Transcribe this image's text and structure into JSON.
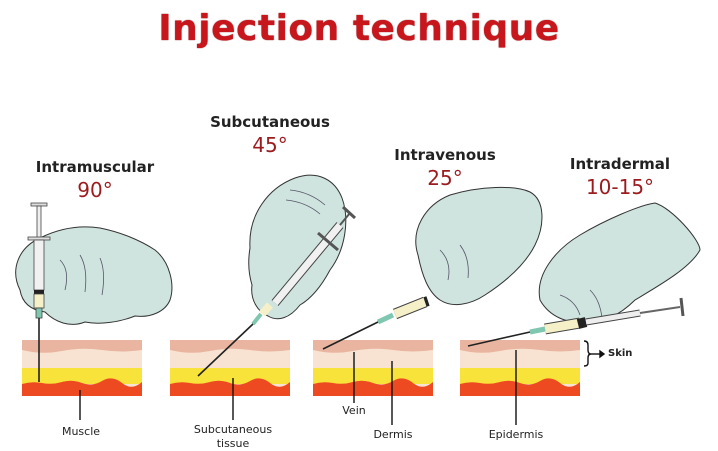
{
  "title": "Injection technique",
  "techniques": [
    {
      "name": "Intramuscular",
      "angle": "90°"
    },
    {
      "name": "Subcutaneous",
      "angle": "45°"
    },
    {
      "name": "Intravenous",
      "angle": "25°"
    },
    {
      "name": "Intradermal",
      "angle": "10-15°"
    }
  ],
  "layer_labels": {
    "muscle": "Muscle",
    "subcutaneous_line1": "Subcutaneous",
    "subcutaneous_line2": "tissue",
    "vein": "Vein",
    "dermis": "Dermis",
    "epidermis": "Epidermis",
    "skin": "Skin"
  },
  "colors": {
    "title": "#c8161d",
    "angle": "#9b1b1f",
    "glove": "#cfe3df",
    "epidermis": "#e9b5a0",
    "dermis": "#f8e3d2",
    "fat": "#f7e33a",
    "muscle": "#ee4a22"
  }
}
